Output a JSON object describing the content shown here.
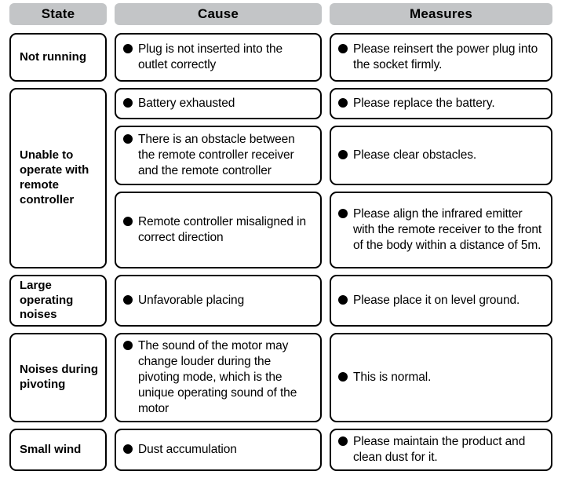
{
  "table": {
    "headers": {
      "state": "State",
      "cause": "Cause",
      "measures": "Measures"
    },
    "states": [
      {
        "label": "Not running"
      },
      {
        "label": "Unable to operate with remote controller"
      },
      {
        "label": "Large operating noises"
      },
      {
        "label": "Noises during pivoting"
      },
      {
        "label": "Small wind"
      }
    ],
    "causes": [
      {
        "text": "Plug is not inserted into the outlet correctly"
      },
      {
        "text": "Battery exhausted"
      },
      {
        "text": "There is an obstacle between the remote controller receiver and the remote controller"
      },
      {
        "text": "Remote controller misaligned in correct direction"
      },
      {
        "text": "Unfavorable placing"
      },
      {
        "text": "The sound of the motor may change louder during the pivoting mode, which is the unique operating sound of the motor"
      },
      {
        "text": "Dust accumulation"
      }
    ],
    "measures": [
      {
        "text": "Please reinsert the power plug into the socket firmly."
      },
      {
        "text": "Please replace the battery."
      },
      {
        "text": "Please clear obstacles."
      },
      {
        "text": "Please align the infrared emitter with the remote receiver to the front of the body within a distance of 5m."
      },
      {
        "text": "Please place it on level ground."
      },
      {
        "text": "This is normal."
      },
      {
        "text": "Please maintain the product and clean dust for it."
      }
    ],
    "colors": {
      "header_background": "#c3c5c7",
      "cell_border": "#000000",
      "cell_background": "#ffffff",
      "text": "#000000"
    }
  }
}
